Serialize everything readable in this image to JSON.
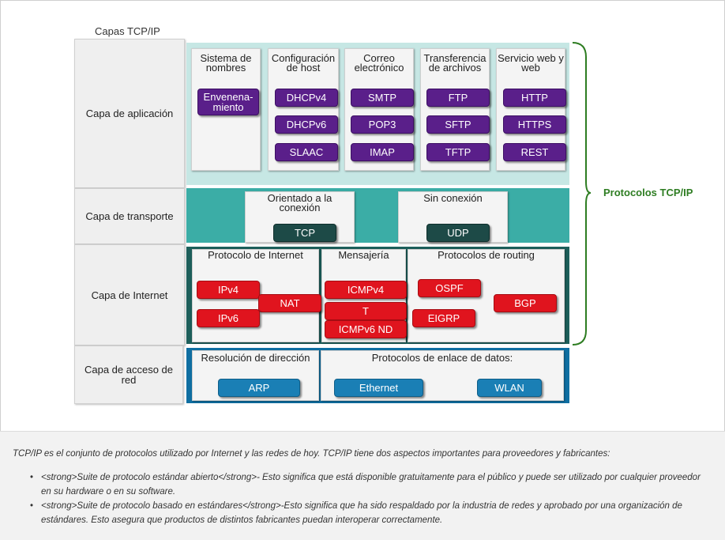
{
  "title": "Capas TCP/IP",
  "layers": [
    "Capa de aplicación",
    "Capa de transporte",
    "Capa de Internet",
    "Capa de acceso de red"
  ],
  "application": {
    "columns": [
      {
        "header": "Sistema de nombres",
        "protocols": [
          "Envenena-miento"
        ]
      },
      {
        "header": "Configuración de host",
        "protocols": [
          "DHCPv4",
          "DHCPv6",
          "SLAAC"
        ]
      },
      {
        "header": "Correo electrónico",
        "protocols": [
          "SMTP",
          "POP3",
          "IMAP"
        ]
      },
      {
        "header": "Transferencia de archivos",
        "protocols": [
          "FTP",
          "SFTP",
          "TFTP"
        ]
      },
      {
        "header": "Servicio web y web",
        "protocols": [
          "HTTP",
          "HTTPS",
          "REST"
        ]
      }
    ]
  },
  "transport": {
    "groups": [
      {
        "header": "Orientado a la conexión",
        "protocols": [
          "TCP"
        ]
      },
      {
        "header": "Sin conexión",
        "protocols": [
          "UDP"
        ]
      }
    ]
  },
  "internet": {
    "groups": [
      {
        "header": "Protocolo de Internet",
        "protocols": [
          "IPv4",
          "NAT",
          "IPv6"
        ]
      },
      {
        "header": "Mensajería",
        "protocols": [
          "ICMPv4",
          "T",
          "ICMPv6 ND"
        ]
      },
      {
        "header": "Protocolos de routing",
        "protocols": [
          "OSPF",
          "BGP",
          "EIGRP"
        ]
      }
    ]
  },
  "network_access": {
    "groups": [
      {
        "header": "Resolución de dirección",
        "protocols": [
          "ARP"
        ]
      },
      {
        "header": "Protocolos de enlace de datos:",
        "protocols": [
          "Ethernet",
          "WLAN"
        ]
      }
    ]
  },
  "brace_label": "Protocolos TCP/IP",
  "colors": {
    "application_band": "#c6e7e4",
    "transport_band": "#3bada6",
    "internet_band": "#1d5f5b",
    "network_access_band": "#0f6fa2",
    "brace": "#2e7d22",
    "application_pill": "#5a1f8a",
    "transport_pill": "#1d4a47",
    "internet_pill": "#e0141e",
    "network_access_pill": "#1a7fb5"
  },
  "description": {
    "intro": "TCP/IP es el conjunto de protocolos utilizado por Internet y las redes de hoy. TCP/IP tiene dos aspectos importantes para proveedores y fabricantes:",
    "bullets": [
      "<strong>Suite de protocolo estándar abierto</strong>- Esto significa que está disponible gratuitamente para el público y puede ser utilizado por cualquier proveedor en su hardware o en su software.",
      "<strong>Suite de protocolo basado en estándares</strong>-Esto significa que ha sido respaldado por la industria de redes y aprobado por una organización de estándares. Esto asegura que productos de distintos fabricantes puedan interoperar correctamente."
    ]
  }
}
